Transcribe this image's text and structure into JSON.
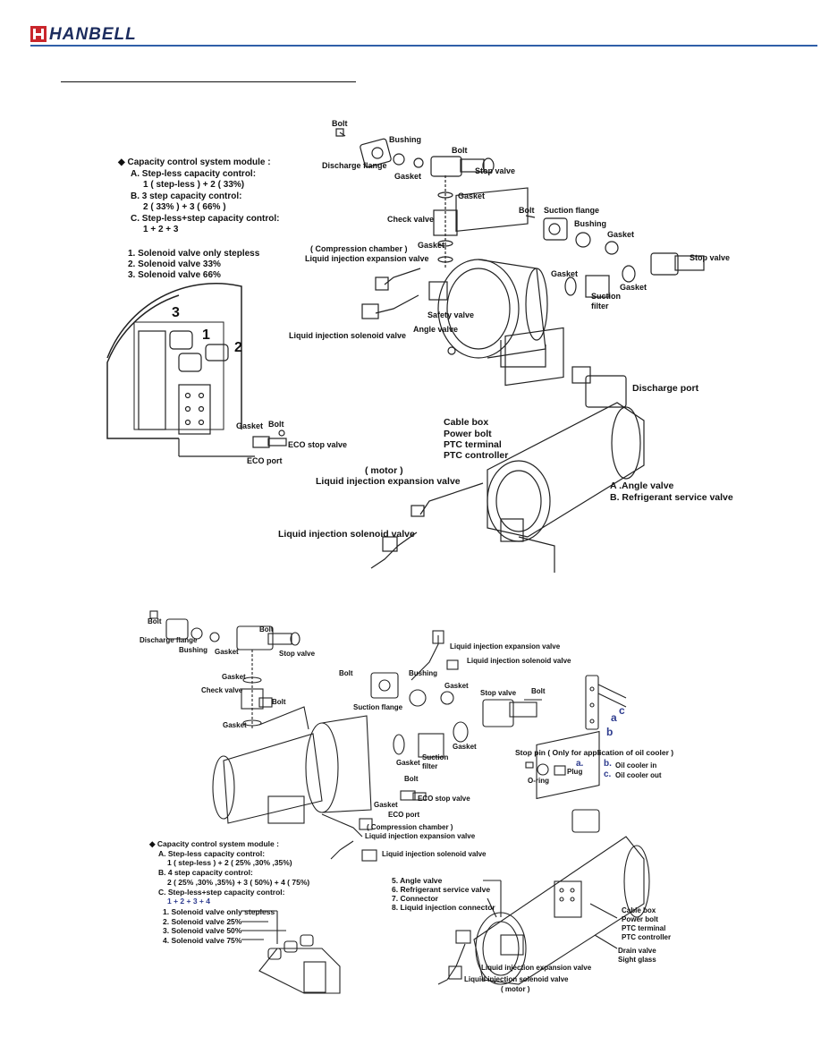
{
  "header": {
    "logo_text": "HANBELL",
    "brand_color": "#c9262c",
    "rule_color": "#2f5fa8"
  },
  "diagram1": {
    "capacity_module": {
      "title": "Capacity control system module :",
      "lines": [
        "A. Step-less capacity control:",
        "1 ( step-less ) + 2 ( 33%)",
        "B. 3 step capacity control:",
        "2 ( 33% ) + 3 ( 66% )",
        "C. Step-less+step capacity control:",
        "1 + 2 + 3"
      ]
    },
    "solenoids": [
      "1. Solenoid valve only stepless",
      "2. Solenoid valve 33%",
      "3. Solenoid valve 66%"
    ],
    "detail_numbers": [
      "3",
      "1",
      "2"
    ],
    "labels": {
      "bolt_top": "Bolt",
      "bushing_top": "Bushing",
      "bolt_top2": "Bolt",
      "discharge_flange": "Discharge flange",
      "stop_valve": "Stop valve",
      "gasket_a": "Gasket",
      "gasket_b": "Gasket",
      "check_valve": "Check valve",
      "gasket_c": "Gasket",
      "bolt_suction": "Bolt",
      "suction_flange": "Suction flange",
      "bushing_suction": "Bushing",
      "gasket_d": "Gasket",
      "stop_valve_suction": "Stop valve",
      "gasket_e": "Gasket",
      "gasket_f": "Gasket",
      "suction_filter": "Suction\nfilter",
      "compression_chamber": "( Compression chamber )",
      "lie_valve_1": "Liquid injection expansion valve",
      "safety_valve": "Safety valve",
      "angle_valve": "Angle valve",
      "lis_valve_1": "Liquid injection solenoid valve",
      "discharge_port": "Discharge port",
      "cable_box": "Cable box",
      "power_bolt": "Power bolt",
      "ptc_terminal": "PTC terminal",
      "ptc_controller": "PTC controller",
      "gasket_eco": "Gasket",
      "bolt_eco": "Bolt",
      "eco_stop_valve": "ECO stop valve",
      "eco_port": "ECO port",
      "motor": "( motor )",
      "lie_valve_2": "Liquid injection expansion valve",
      "angle_valve_a": "A .Angle valve",
      "refrigerant_b": "B. Refrigerant service valve",
      "lis_valve_2": "Liquid injection solenoid valve"
    }
  },
  "diagram2": {
    "capacity_module": {
      "title": "Capacity control system module :",
      "lines": [
        "A. Step-less capacity control:",
        "1 ( step-less ) + 2 ( 25% ,30% ,35%)",
        "B. 4 step capacity control:",
        "2 ( 25% ,30% ,35%) + 3 ( 50%) + 4 ( 75%)",
        "C. Step-less+step capacity control:",
        "1 + 2 + 3 + 4"
      ]
    },
    "solenoids": [
      "1. Solenoid valve only stepless",
      "2. Solenoid valve 25%",
      "3. Solenoid valve 50%",
      "4. Solenoid valve 75%"
    ],
    "numbered_parts": [
      "5. Angle valve",
      "6. Refrigerant service valve",
      "7. Connector",
      "8. Liquid injection connector"
    ],
    "labels": {
      "bolt_top": "Bolt",
      "bolt_top2": "Bolt",
      "discharge_flange": "Discharge flange",
      "bushing": "Bushing",
      "gasket_a": "Gasket",
      "stop_valve": "Stop valve",
      "gasket_b": "Gasket",
      "check_valve": "Check valve",
      "bolt_c": "Bolt",
      "gasket_c": "Gasket",
      "lie_valve_top": "Liquid injection expansion valve",
      "lis_valve_top": "Liquid injection solenoid valve",
      "bolt_suction": "Bolt",
      "bushing_suction": "Bushing",
      "gasket_d": "Gasket",
      "suction_flange": "Suction flange",
      "stop_valve_suction": "Stop valve",
      "bolt_sv": "Bolt",
      "gasket_e": "Gasket",
      "gasket_f": "Gasket",
      "suction_filter": "Suction\nfilter",
      "bolt_eco": "Bolt",
      "gasket_eco": "Gasket",
      "eco_stop_valve": "ECO stop valve",
      "eco_port": "ECO port",
      "compression_chamber": "( Compression chamber )",
      "lie_valve_cc": "Liquid injection expansion valve",
      "lis_valve_cc": "Liquid injection solenoid valve",
      "stop_pin": "Stop pin ( Only for application of oil cooler )",
      "oring": "O-ring",
      "plug": "Plug",
      "a": "a.",
      "b": "b.",
      "c": "c.",
      "oil_in": "Oil cooler in",
      "oil_out": "Oil cooler out",
      "callout_c": "c",
      "callout_a": "a",
      "callout_b": "b",
      "cable_box": "Cable box",
      "power_bolt": "Power bolt",
      "ptc_terminal": "PTC terminal",
      "ptc_controller": "PTC controller",
      "drain_valve": "Drain valve",
      "sight_glass": "Sight glass",
      "lie_valve_bottom": "Liquid injection expansion valve",
      "lis_valve_bottom": "Liquid injection solenoid valve",
      "motor": "( motor )"
    }
  }
}
